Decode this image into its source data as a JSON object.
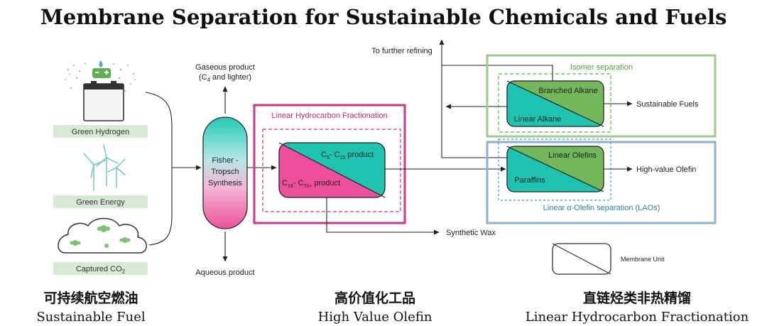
{
  "title": "Membrane Separation for Sustainable Chemicals and Fuels",
  "inputs": {
    "green_hydrogen": "Green Hydrogen",
    "green_energy": "Green Energy",
    "captured_co2": "Captured CO",
    "captured_co2_sub": "2"
  },
  "reactor": {
    "line1": "Fisher -",
    "line2": "Tropsch",
    "line3": "Synthesis",
    "gaseous_line1": "Gaseous product",
    "gaseous_line2_pre": "(C",
    "gaseous_line2_sub": "4",
    "gaseous_line2_post": " and lighter)",
    "aqueous": "Aqueous product"
  },
  "fractionation": {
    "title": "Linear Hydrocarbon Fractionation",
    "upper_pre": "C",
    "upper_sub1": "5",
    "upper_mid": "- C",
    "upper_sub2": "15",
    "upper_post": " product",
    "lower_pre": "C",
    "lower_sub1": "16",
    "lower_mid": "- C",
    "lower_sub2": "70+",
    "lower_post": " product",
    "synthetic_wax": "Synthetic Wax"
  },
  "refining": {
    "to_further": "To further refining"
  },
  "isomer": {
    "title": "Isomer separation",
    "upper": "Branched Alkane",
    "lower": "Linear Alkane",
    "output": "Sustainable Fuels"
  },
  "lao": {
    "title": "Linear α-Olefin separation (LAOs)",
    "upper": "Linear Olefins",
    "lower": "Paraffins",
    "output": "High-value Olefin"
  },
  "legend": {
    "membrane_unit": "Membrane Unit"
  },
  "footer": {
    "col1_cn": "可持续航空燃油",
    "col1_en": "Sustainable Fuel",
    "col2_cn": "高价值化工品",
    "col2_en": "High Value Olefin",
    "col3_cn": "直链烃类非热精馏",
    "col3_en": "Linear Hydrocarbon Fractionation"
  },
  "colors": {
    "teal": "#1fc3b2",
    "pink": "#ee4f9a",
    "olive": "#72b85a",
    "pink_border": "#c9378a",
    "green_border": "#9fcb8a",
    "blue_border": "#8fb0cf",
    "tag_green": "#d6ead4"
  }
}
